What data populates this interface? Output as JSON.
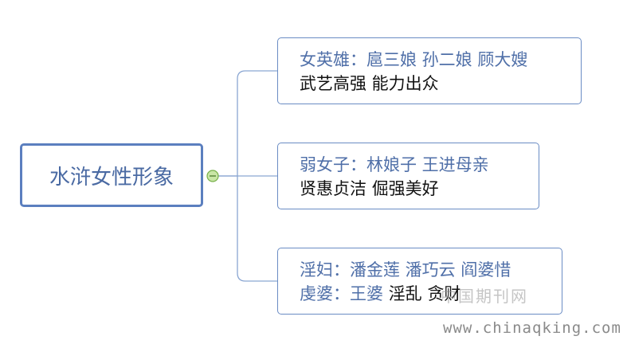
{
  "root": {
    "label": "水浒女性形象"
  },
  "branches": [
    {
      "heading": "女英雄：扈三娘  孙二娘  顾大嫂",
      "detail": "武艺高强    能力出众"
    },
    {
      "heading": "弱女子：林娘子 王进母亲",
      "detail": "贤惠贞洁 倔强美好"
    },
    {
      "heading": "淫妇：潘金莲 潘巧云 阎婆惜",
      "detail_prefix": "虔婆：王婆 ",
      "detail": "淫乱 贪财"
    }
  ],
  "watermark": {
    "cn": "中国期刊网",
    "url": "www.chinaqking.com"
  },
  "colors": {
    "root_border": "#5b7fbf",
    "node_border": "#6a8cc4",
    "text_blue": "#4f6fa8",
    "connector": "#8aa6d2",
    "collapse_fill": "#c9e6a6",
    "collapse_stroke": "#77b04a"
  }
}
